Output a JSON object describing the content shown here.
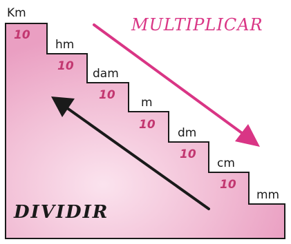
{
  "units": [
    "Km",
    "hm",
    "dam",
    "m",
    "dm",
    "cm",
    "mm"
  ],
  "factor": "10",
  "multiply_label": "MULTIPLICAR",
  "divide_label": "DIVIDIR",
  "colors": {
    "stair_fill": "#f2bfd6",
    "stair_line": "#1a1a1a",
    "factor_text": "#c23770",
    "multiply_arrow": "#d93585",
    "divide_arrow": "#1a1a1a"
  }
}
